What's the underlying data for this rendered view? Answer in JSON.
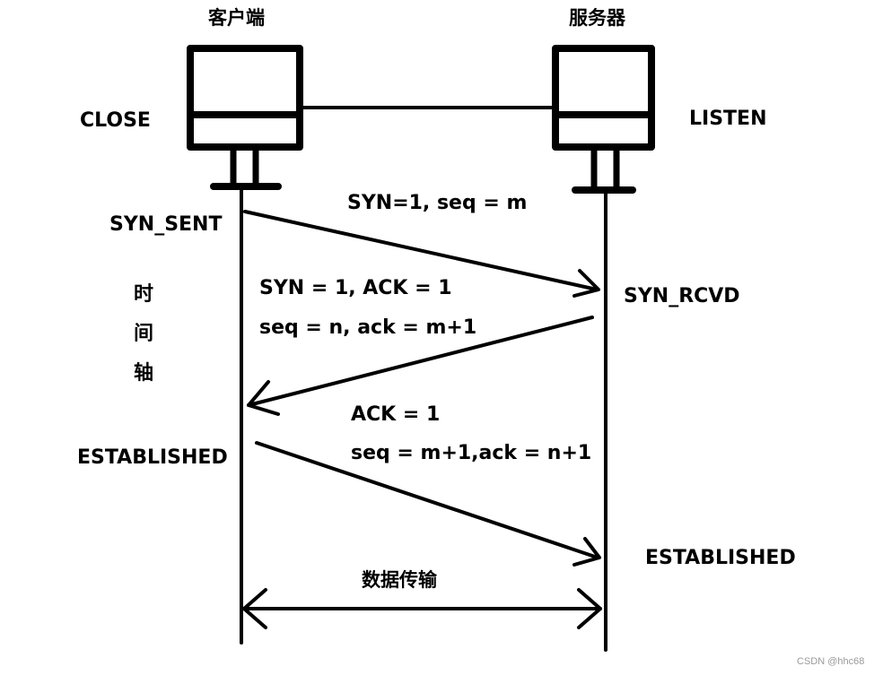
{
  "client": {
    "title": "客户端",
    "state_initial": "CLOSE"
  },
  "server": {
    "title": "服务器",
    "state_initial": "LISTEN"
  },
  "states": {
    "client_syn_sent": "SYN_SENT",
    "server_syn_rcvd": "SYN_RCVD",
    "client_established": "ESTABLISHED",
    "server_established": "ESTABLISHED"
  },
  "timeline": {
    "chars": [
      "时",
      "间",
      "轴"
    ]
  },
  "messages": {
    "first": {
      "line1": "SYN=1, seq = m"
    },
    "second": {
      "line1": "SYN = 1, ACK = 1",
      "line2": "seq = n, ack = m+1"
    },
    "third": {
      "line1": "ACK = 1",
      "line2": "seq = m+1,ack = n+1"
    }
  },
  "data_transfer": {
    "label": "数据传输"
  },
  "watermark": "CSDN @hhc68"
}
